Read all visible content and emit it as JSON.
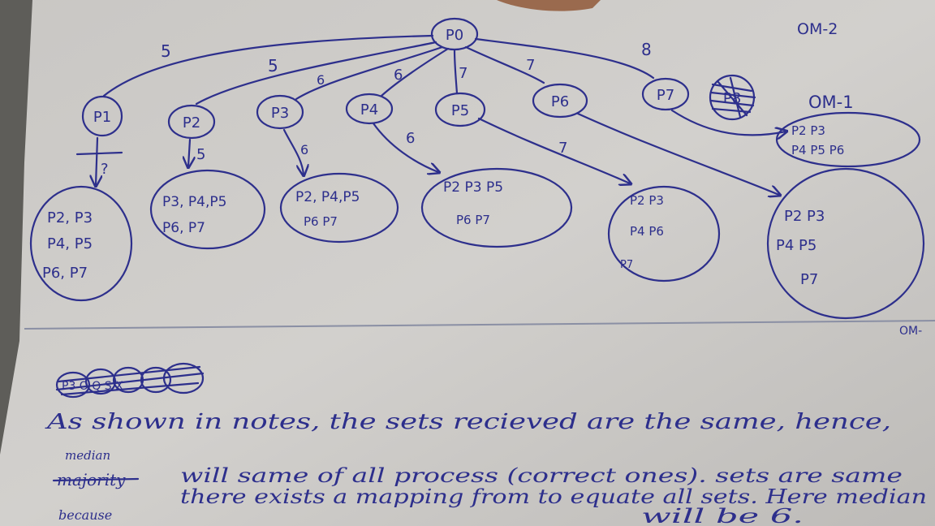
{
  "header": {
    "label_top": "OM-2",
    "label_right": "OM-1",
    "label_mid": "OM-"
  },
  "diagram": {
    "root": "P0",
    "nodes": [
      {
        "id": "P1",
        "edge": "5"
      },
      {
        "id": "P2",
        "edge": "5"
      },
      {
        "id": "P3",
        "edge": "6"
      },
      {
        "id": "P4",
        "edge": "6"
      },
      {
        "id": "P5",
        "edge": "7"
      },
      {
        "id": "P6",
        "edge": "7"
      },
      {
        "id": "P7",
        "edge": "8"
      }
    ],
    "crossed_node": "P8",
    "om1_set": [
      "P2  P3",
      "P4  P5  P6"
    ],
    "down_edges": [
      "?",
      "5",
      "6",
      "6",
      "7"
    ],
    "sets": [
      [
        "P2, P3",
        "P4, P5",
        "P6, P7"
      ],
      [
        "P3, P4,P5",
        "P6, P7"
      ],
      [
        "P2, P4,P5",
        "P6  P7"
      ],
      [
        "P2  P3  P5",
        "P6    P7"
      ],
      [
        "P2  P3",
        "P4  P6",
        "P7"
      ],
      [
        "P2  P3",
        "P4    P5",
        "P7"
      ]
    ]
  },
  "notes": {
    "scribble": "P3 O Q S X",
    "line1": "As shown in notes, the sets recieved are the same, hence,",
    "median_insert": "median",
    "majority_struck": "majority",
    "line2": "will same of all process (correct ones). sets are same",
    "line3_prefix": "because",
    "line3": "there exists a mapping from to equate all sets. Here median",
    "line4": "will be 6."
  }
}
